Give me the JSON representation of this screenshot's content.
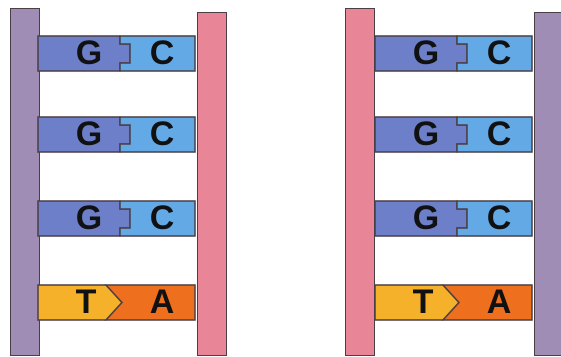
{
  "colors": {
    "backbone_purple": "#9f8db5",
    "backbone_pink": "#e88596",
    "guanine": "#6c7fc8",
    "cytosine": "#63a9e6",
    "thymine": "#f6b12a",
    "adenine": "#ee6f1e",
    "outline": "#4a3f45"
  },
  "panels": [
    {
      "pairs": [
        {
          "left": "G",
          "right": "C"
        },
        {
          "left": "G",
          "right": "C"
        },
        {
          "left": "G",
          "right": "C"
        },
        {
          "left": "T",
          "right": "A"
        }
      ]
    },
    {
      "pairs": [
        {
          "left": "G",
          "right": "C"
        },
        {
          "left": "G",
          "right": "C"
        },
        {
          "left": "G",
          "right": "C"
        },
        {
          "left": "T",
          "right": "A"
        }
      ]
    }
  ]
}
